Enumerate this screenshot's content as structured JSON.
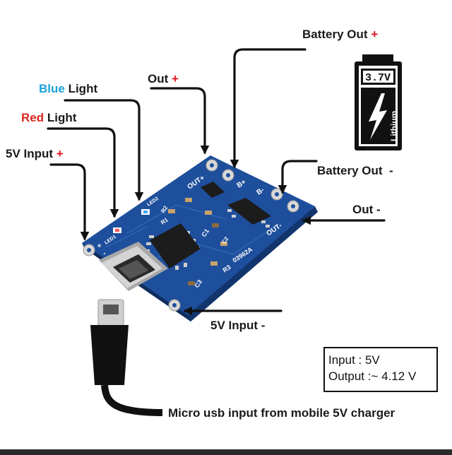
{
  "labels": {
    "battery_out_plus": {
      "text": "Battery Out",
      "sign": "+"
    },
    "out_plus": {
      "text": "Out",
      "sign": "+"
    },
    "blue_light": {
      "word1": "Blue",
      "word2": "Light"
    },
    "red_light": {
      "word1": "Red",
      "word2": "Light"
    },
    "input_plus": {
      "text": "5V Input",
      "sign": "+"
    },
    "battery_out_minus": "Battery Out  -",
    "out_minus": "Out -",
    "input_minus": "5V Input -",
    "micro_usb": "Micro usb input from mobile 5V charger"
  },
  "spec": {
    "input": "Input : 5V",
    "output": "Output :~ 4.12 V"
  },
  "battery": {
    "voltage": "3.7V",
    "chemistry": "Lithium"
  },
  "board": {
    "silk": {
      "out_plus": "OUT+",
      "b_plus": "B+",
      "b_minus": "B-",
      "out_minus": "OUT-",
      "in_plus": "+",
      "in_minus": "-",
      "led1": "LED1",
      "led2": "LED2",
      "r1": "R1",
      "r2": "R2",
      "r3": "R3",
      "c1": "C1",
      "c2": "C2",
      "c3": "C3",
      "code": "03962A"
    },
    "colors": {
      "pcb": "#1e4f9c",
      "pcb_dark": "#153a78",
      "chip": "#1c1c1c",
      "pad": "#d8d8d8",
      "usb": "#c7c7c7",
      "led_blue": "#3aa8ff",
      "led_red": "#ff5555"
    }
  },
  "colors": {
    "accent_red": "#e0141e",
    "accent_blue": "#1aa3d9",
    "text": "#1a1a1a",
    "arrow": "#111111"
  }
}
